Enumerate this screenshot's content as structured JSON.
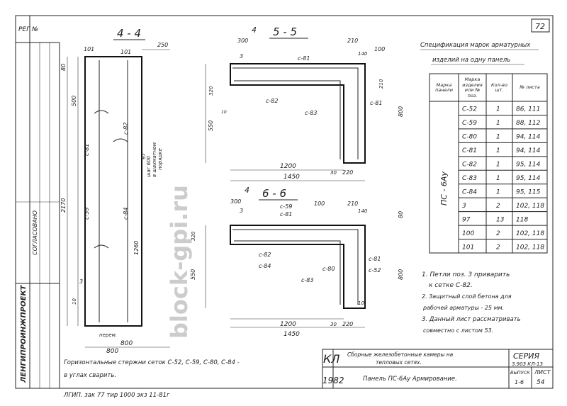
{
  "sheet_number": "72",
  "stamp": {
    "reg": "РЕГ №",
    "org": "ЛЕНГИПРОИНЖПРОЕКТ",
    "agreed": "СОГЛАСОВАНО"
  },
  "sections": {
    "s44": {
      "title": "4 - 4",
      "dims": [
        "250",
        "101",
        "101",
        "80",
        "500",
        "2170",
        "1260",
        "800",
        "10",
        "3",
        "c-81",
        "c-82",
        "c-59",
        "c-84",
        "97",
        "шаг 600",
        "в шахматном",
        "порядке",
        "перем."
      ]
    },
    "s55": {
      "title": "5 - 5",
      "mark": "4",
      "dims": [
        "300",
        "210",
        "140",
        "100",
        "3",
        "c-81",
        "c-82",
        "c-83",
        "c-81",
        "210",
        "800",
        "320",
        "550",
        "10",
        "1200",
        "1450",
        "30",
        "220"
      ]
    },
    "s66": {
      "title": "6 - 6",
      "mark": "4",
      "dims": [
        "300",
        "3",
        "c-59",
        "c-81",
        "100",
        "210",
        "140",
        "80",
        "320",
        "550",
        "c-82",
        "c-84",
        "c-80",
        "c-83",
        "c-81",
        "c-52",
        "800",
        "10",
        "1200",
        "1450",
        "30",
        "220"
      ]
    }
  },
  "spec": {
    "title_line1": "Спецификация марок арматурных",
    "title_line2": "изделий на одну панель",
    "headers": [
      "Марка панели",
      "Марка изделия или № поз.",
      "Кол-во шт.",
      "№ листа"
    ],
    "panel": "ПС - 6Ау",
    "rows": [
      [
        "С-52",
        "1",
        "86, 111"
      ],
      [
        "С-59",
        "1",
        "88, 112"
      ],
      [
        "С-80",
        "1",
        "94, 114"
      ],
      [
        "С-81",
        "1",
        "94, 114"
      ],
      [
        "С-82",
        "1",
        "95, 114"
      ],
      [
        "С-83",
        "1",
        "95, 114"
      ],
      [
        "С-84",
        "1",
        "95, 115"
      ],
      [
        "3",
        "2",
        "102, 118"
      ],
      [
        "97",
        "13",
        "118"
      ],
      [
        "100",
        "2",
        "102, 118"
      ],
      [
        "101",
        "2",
        "102, 118"
      ]
    ]
  },
  "notes": [
    "1. Петли поз. 3 приварить",
    "к сетке С-82.",
    "2. Защитный слой бетона для",
    "рабочей арматуры - 25 мм.",
    "3. Данный лист рассматривать",
    "совместно с листом 53."
  ],
  "bottom_note": {
    "line1": "Горизонтальные стержни сеток С-52, С-59, С-80, С-84 -",
    "line2": "в углах сварить.",
    "width_dim": "800"
  },
  "print_note": "ЛГИП. зак 77 тир 1000 экз 11-81г",
  "title_block": {
    "code": "КЛ",
    "year": "1982",
    "title1": "Сборные железобетонные камеры на",
    "title2": "тепловых сетях.",
    "subtitle": "Панель ПС-6Ау  Армирование.",
    "series_label": "СЕРИЯ",
    "series": "3.903 КЛ-13",
    "issue_label": "ВЫПУСК",
    "issue": "1-6",
    "sheet_label": "ЛИСТ",
    "sheet": "54"
  },
  "watermark": "block-gpi.ru"
}
